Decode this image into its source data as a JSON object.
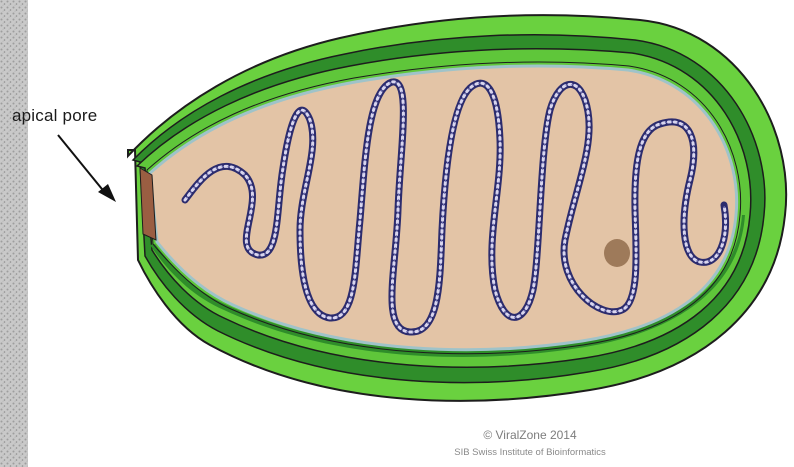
{
  "labels": {
    "apical_pore": "apical pore"
  },
  "credit": {
    "line1": "© ViralZone 2014",
    "line2": "SIB Swiss Institute of Bioinformatics"
  },
  "colors": {
    "outer_layer": "#6ad13f",
    "middle_layer": "#2f8d2a",
    "inner_layer": "#5fc63a",
    "membrane": "#9fc3c9",
    "core_fill": "#e3c4a6",
    "pore_plug": "#9a5e42",
    "dna_strand": "#2c2c6e",
    "dna_highlight": "#d9d6ef",
    "dot": "#9e7a5a",
    "outline": "#1d1d1d",
    "background_texture": "#b9b9b9"
  },
  "icons": {
    "arrow": "arrow-icon",
    "genome": "dna-helix-icon"
  }
}
